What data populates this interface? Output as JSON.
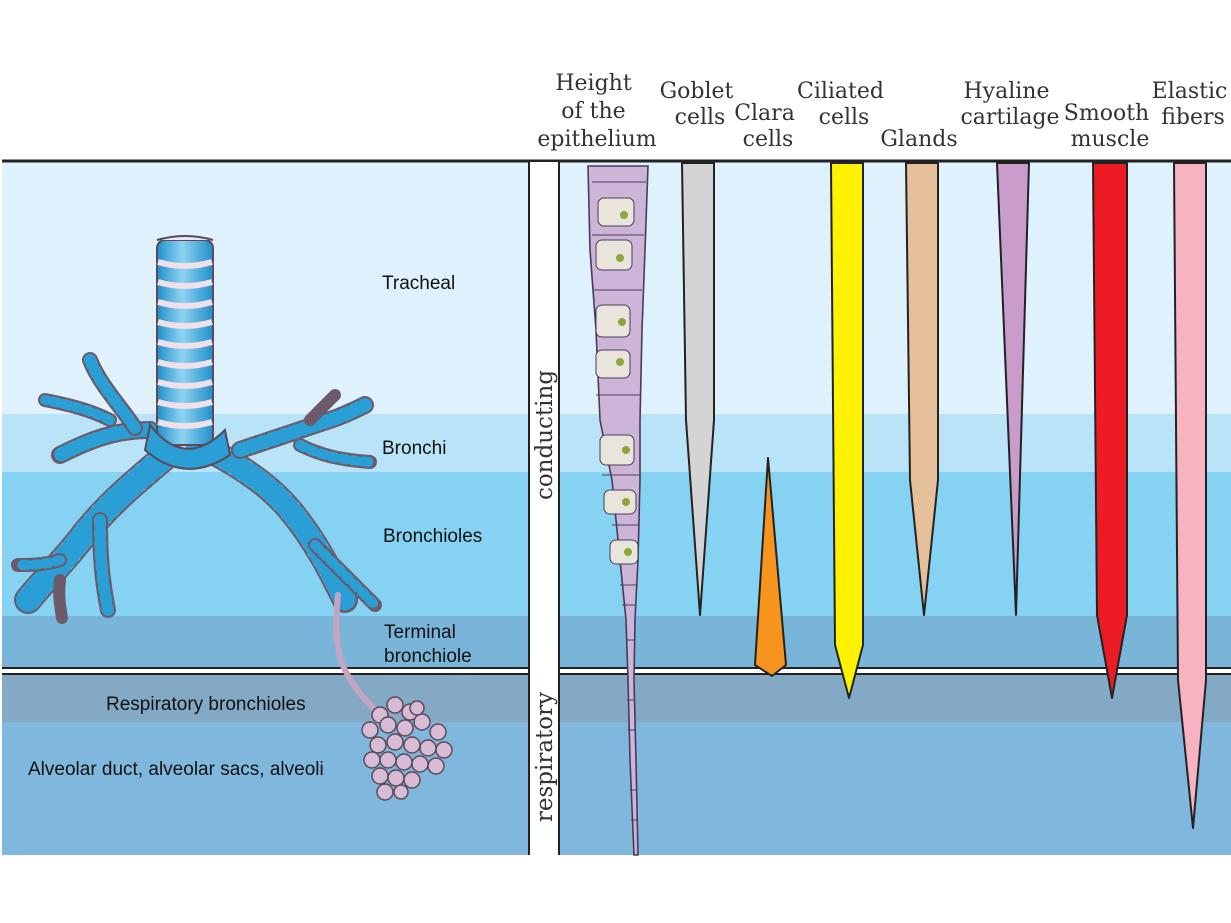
{
  "regions": [
    {
      "label": "Tracheal",
      "color": "#dff1fc"
    },
    {
      "label": "Bronchi",
      "color": "#b9e3f6"
    },
    {
      "label": "Bronchioles",
      "color": "#86d2f2"
    },
    {
      "label": "Terminal bronchiole",
      "label_lines": [
        "Terminal",
        "bronchiole"
      ],
      "color": "#79b5d8"
    },
    {
      "label": "Respiratory bronchioles",
      "color": "#83a9c4"
    },
    {
      "label": "Alveolar duct, alveolar sacs, alveoli",
      "color": "#80b7dc"
    }
  ],
  "zones": {
    "conducting": "conducting",
    "respiratory": "respiratory"
  },
  "columns": [
    {
      "name": "Height of the epithelium",
      "lines": [
        "Height",
        "of the",
        "epithelium"
      ]
    },
    {
      "name": "Goblet cells",
      "lines": [
        "Goblet",
        "cells"
      ],
      "color": "#d4d4d4"
    },
    {
      "name": "Clara cells",
      "lines": [
        "Clara",
        "cells"
      ],
      "color": "#f7941d"
    },
    {
      "name": "Ciliated cells",
      "lines": [
        "Ciliated",
        "cells"
      ],
      "color": "#fff200"
    },
    {
      "name": "Glands",
      "lines": [
        "Glands"
      ],
      "color": "#e6c09a"
    },
    {
      "name": "Hyaline cartilage",
      "lines": [
        "Hyaline",
        "cartilage"
      ],
      "color": "#c99ccc"
    },
    {
      "name": "Smooth muscle",
      "lines": [
        "Smooth",
        "muscle"
      ],
      "color": "#ed1c24"
    },
    {
      "name": "Elastic fibers",
      "lines": [
        "Elastic",
        "fibers"
      ],
      "color": "#f7b3bf"
    }
  ],
  "illustration_colors": {
    "airway_blue": "#2a9fd6",
    "cartilage_pink": "#e8cfe0",
    "alveoli": "#d8bcd6"
  }
}
